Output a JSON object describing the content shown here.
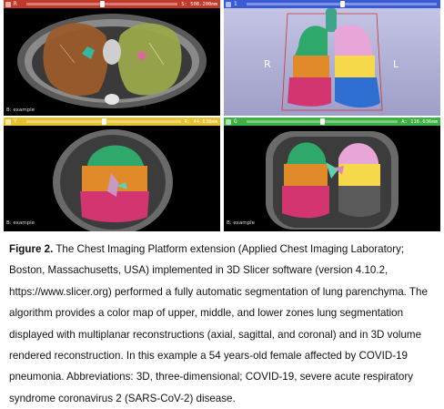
{
  "views": {
    "axial": {
      "index": "R",
      "readout": "S: 508.200mm",
      "bar_color": "#c0392b",
      "knob_fraction": 0.5,
      "corner": "B: example"
    },
    "threed": {
      "index": "1",
      "orient_left": "R",
      "orient_right": "L",
      "bar_color": "#3b5bd6",
      "knob_fraction": 0.5
    },
    "sagittal": {
      "index": "Y",
      "readout": "R: 44.638mm",
      "bar_color": "#e6c22b",
      "knob_fraction": 0.5,
      "corner": "B: example"
    },
    "coronal": {
      "index": "G",
      "readout": "A: 116.636mm",
      "bar_color": "#3cb043",
      "knob_fraction": 0.5,
      "corner": "B: example"
    }
  },
  "zone_colors": {
    "right_upper": "#2ea86b",
    "right_middle": "#e08a2a",
    "right_lower": "#d2356f",
    "left_upper": "#e8a6d8",
    "left_middle": "#f5d94a",
    "left_lower": "#2f6fd1",
    "axial_right": "#9a5b2a",
    "axial_left": "#9aa84a"
  },
  "caption": {
    "label": "Figure 2.",
    "text": "The Chest Imaging Platform extension (Applied Chest Imaging Laboratory; Boston, Massachusetts, USA) implemented in 3D Slicer software (version 4.10.2, https://www.slicer.org) performed a fully automatic segmentation of lung parenchyma. The algorithm provides a color map of upper, middle, and lower zones lung segmentation displayed with multiplanar reconstructions (axial, sagittal, and coronal) and in 3D volume rendered reconstruction. In this example a 54 years-old female affected by COVID-19 pneumonia. Abbreviations: 3D, three-dimensional; COVID-19, severe acute respiratory syndrome coronavirus 2 (SARS-CoV-2) disease."
  }
}
